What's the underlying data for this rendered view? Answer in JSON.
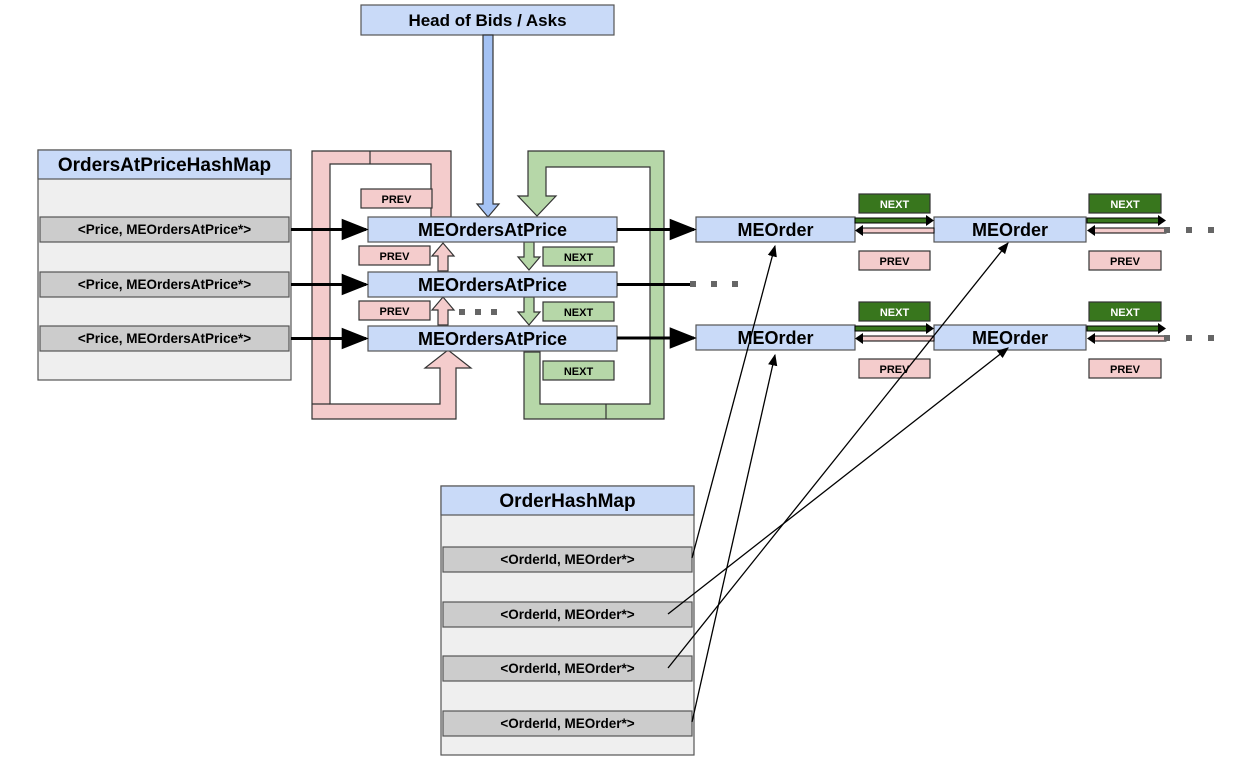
{
  "colors": {
    "blue_box": "#c9daf8",
    "gray_panel": "#efefef",
    "gray_row": "#cccccc",
    "pink": "#f4cccc",
    "green_light": "#b6d7a8",
    "green_dark": "#38761d",
    "blue_pipe": "#a4c2f4",
    "line": "#000000",
    "dots": "#666666"
  },
  "icons": [
    "right-arrow-icon",
    "up-arrow-icon",
    "down-arrow-icon",
    "left-arrow-icon",
    "ellipsis-dots"
  ],
  "head": {
    "label": "Head of Bids / Asks"
  },
  "orders_at_price_map": {
    "title": "OrdersAtPriceHashMap",
    "rows": [
      "<Price, MEOrdersAtPrice*>",
      "<Price, MEOrdersAtPrice*>",
      "<Price, MEOrdersAtPrice*>"
    ]
  },
  "price_levels": [
    "MEOrdersAtPrice",
    "MEOrdersAtPrice",
    "MEOrdersAtPrice"
  ],
  "order_hash_map": {
    "title": "OrderHashMap",
    "rows": [
      "<OrderId, MEOrder*>",
      "<OrderId, MEOrder*>",
      "<OrderId, MEOrder*>",
      "<OrderId, MEOrder*>"
    ]
  },
  "order_rows": [
    [
      "MEOrder",
      "MEOrder"
    ],
    [
      "MEOrder",
      "MEOrder"
    ]
  ],
  "link_labels": {
    "prev": "PREV",
    "next": "NEXT"
  }
}
